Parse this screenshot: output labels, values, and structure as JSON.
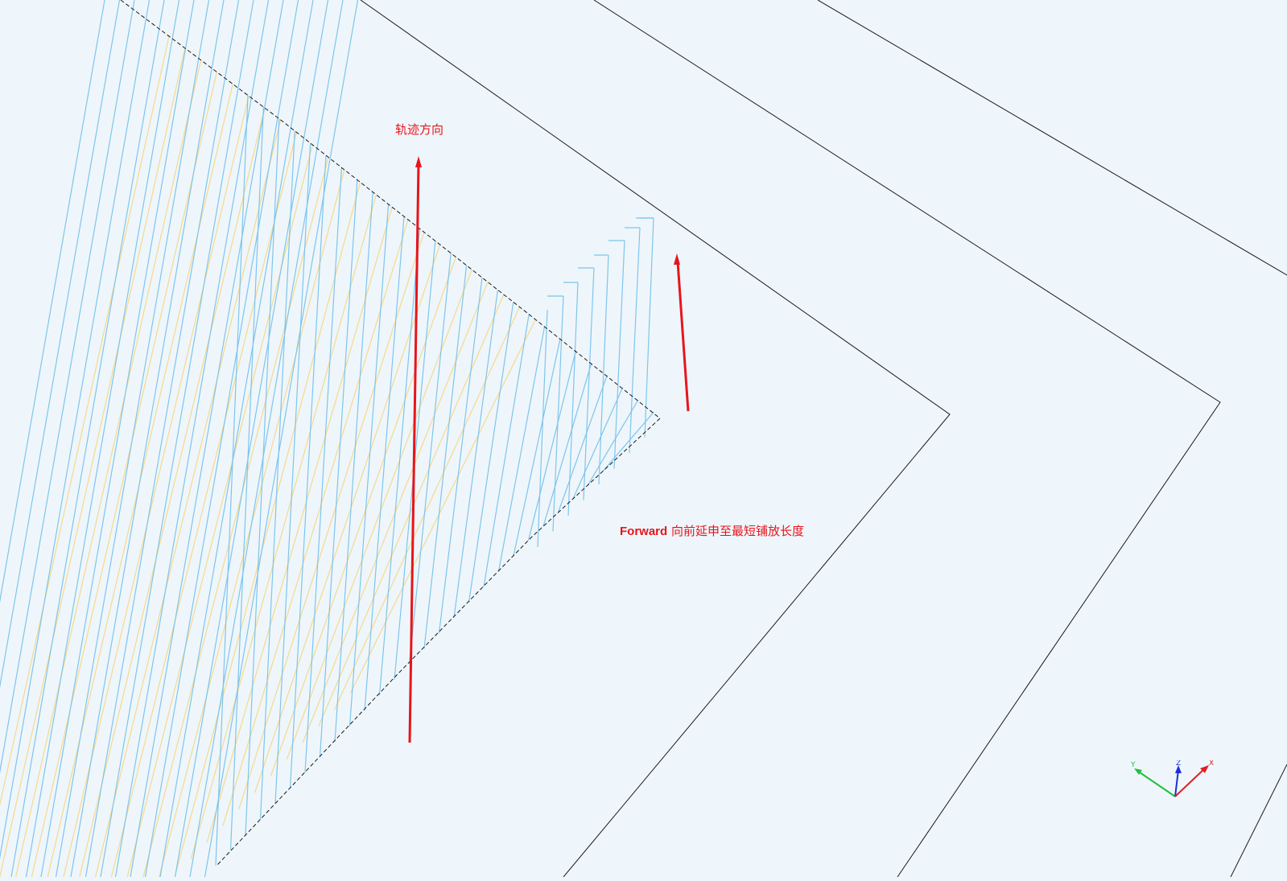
{
  "viewport": {
    "background_color": "#eef6fb"
  },
  "annotations": {
    "direction_label": "轨迹方向",
    "forward_keyword": "Forward",
    "forward_description": "向前延申至最短铺放长度"
  },
  "colors": {
    "annotation": "#e8141c",
    "course_blue": "#7fc4ec",
    "course_yellow": "#f5d98a",
    "boundary": "#1a1a1a",
    "axis_x": "#e02020",
    "axis_y": "#22c03a",
    "axis_z": "#1a2fd8"
  },
  "axes": {
    "x_label": "X",
    "y_label": "Y",
    "z_label": "Z"
  }
}
